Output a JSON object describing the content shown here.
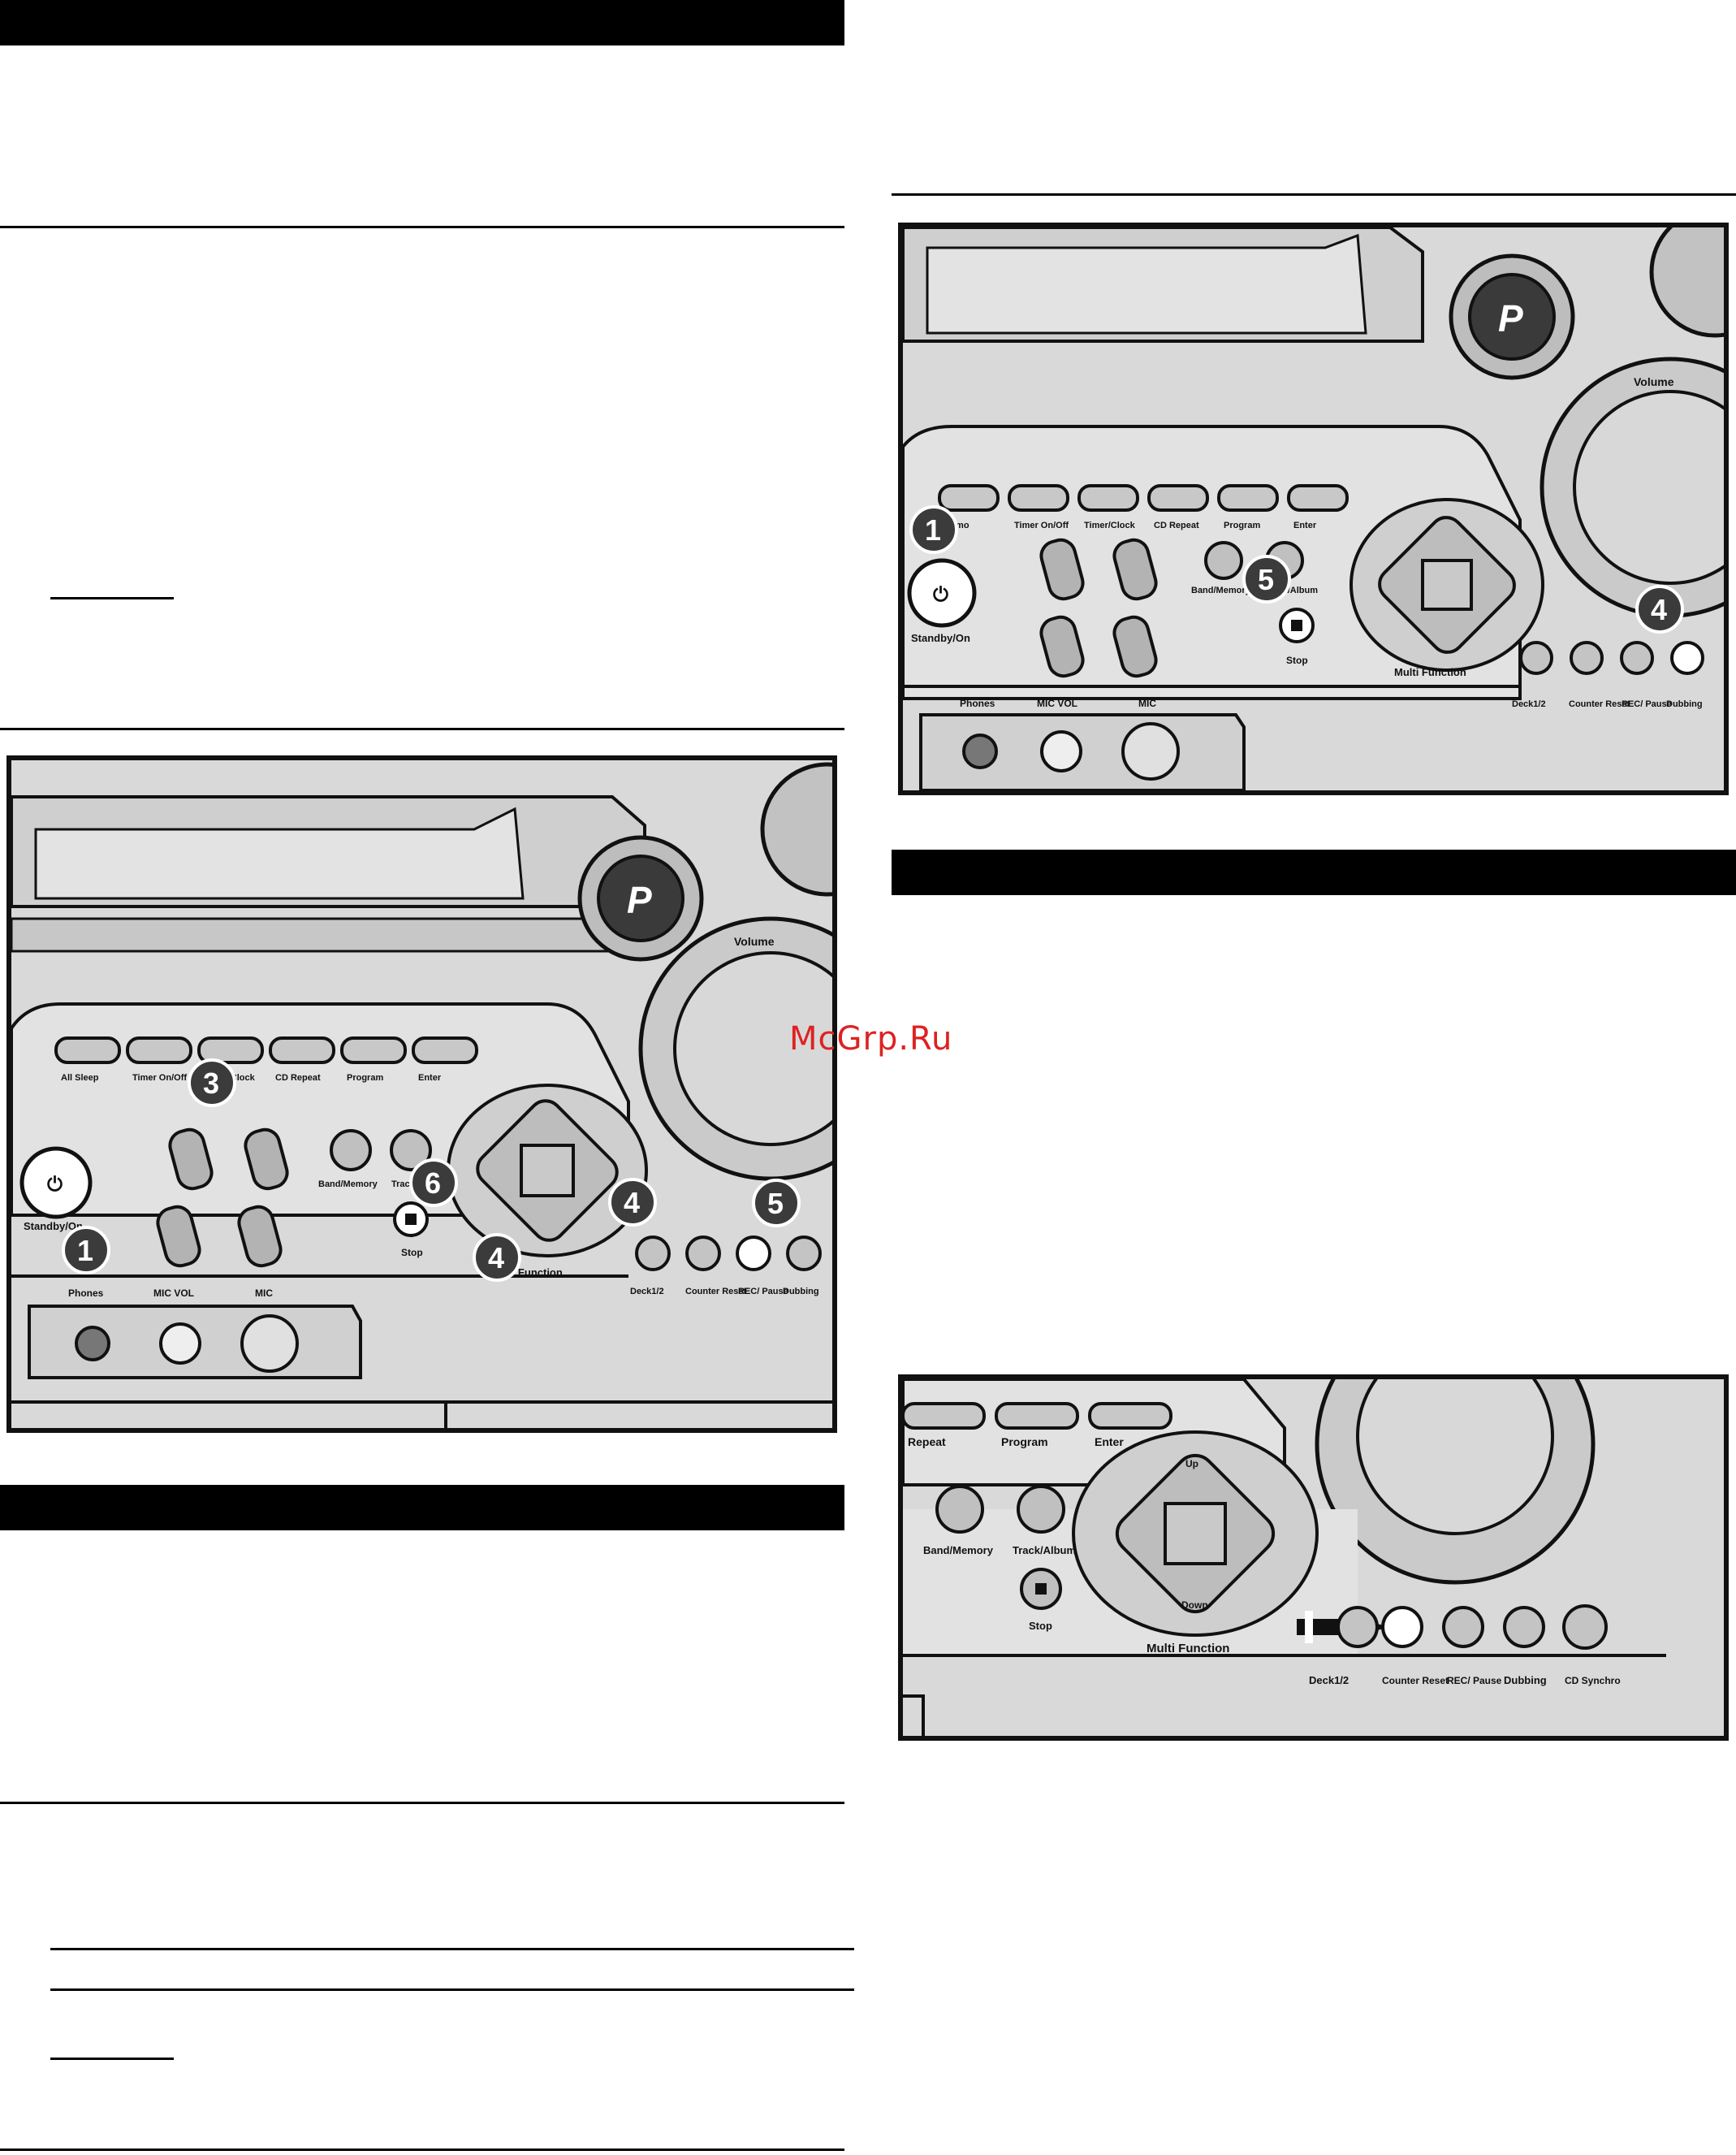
{
  "watermark": "McGrp.Ru",
  "figure1": {
    "buttons_top": [
      "All Sleep",
      "Timer On/Off",
      "Timer/Clock",
      "CD Repeat",
      "Program",
      "Enter"
    ],
    "labels": {
      "standby": "Standby/On",
      "stop": "Stop",
      "band": "Band/Memory",
      "track": "Track/Album",
      "multi": "Multi Function",
      "phones": "Phones",
      "mic_vol": "MIC VOL",
      "mic": "MIC",
      "volume": "Volume",
      "deck": "Deck1/2",
      "counter": "Counter Reset",
      "rec": "REC/ Pause",
      "dubbing": "Dubbing",
      "pbrand": "P"
    },
    "callouts": [
      "1",
      "3",
      "4",
      "4",
      "5",
      "6"
    ]
  },
  "figure2": {
    "buttons_top": [
      "Demo",
      "Timer On/Off",
      "Timer/Clock",
      "CD Repeat",
      "Program",
      "Enter"
    ],
    "labels": {
      "standby": "Standby/On",
      "stop": "Stop",
      "band": "Band/Memory",
      "track": "Track/Album",
      "multi": "Multi Function",
      "phones": "Phones",
      "mic_vol": "MIC VOL",
      "mic": "MIC",
      "volume": "Volume",
      "deck": "Deck1/2",
      "counter": "Counter Reset",
      "rec": "REC/ Pause",
      "dubbing": "Dubbing",
      "pbrand": "P"
    },
    "callouts": [
      "1",
      "5",
      "4"
    ]
  },
  "figure3": {
    "buttons_top": [
      "Repeat",
      "Program",
      "Enter"
    ],
    "labels": {
      "band": "Band/Memory",
      "track": "Track/Album",
      "stop": "Stop",
      "multi": "Multi Function",
      "deck": "Deck1/2",
      "counter": "Counter Reset",
      "rec": "REC/ Pause",
      "dubbing": "Dubbing",
      "cdsync": "CD Synchro",
      "up": "Up",
      "down": "Down"
    }
  }
}
